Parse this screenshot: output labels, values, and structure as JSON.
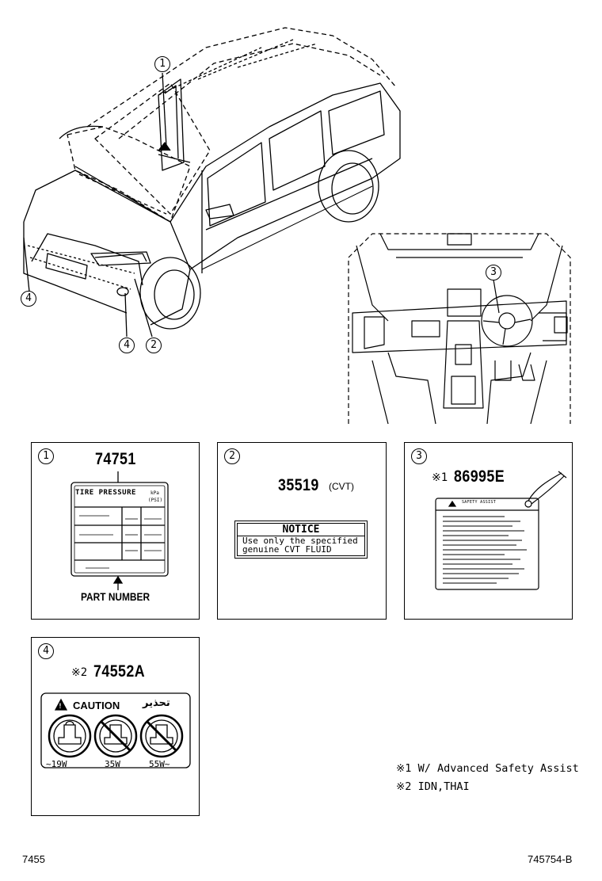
{
  "callouts": [
    "1",
    "2",
    "3",
    "4"
  ],
  "panels": [
    {
      "num": "1",
      "part": "74751",
      "prefix": "",
      "suffix": "",
      "label_title": "TIRE PRESSURE",
      "label_unit1": "kPa",
      "label_unit2": "(PSI)",
      "caption": "PART NUMBER"
    },
    {
      "num": "2",
      "part": "35519",
      "prefix": "",
      "suffix": "(CVT)",
      "label_title": "NOTICE",
      "label_line1": "Use only the specified",
      "label_line2": "genuine CVT FLUID"
    },
    {
      "num": "3",
      "part": "86995E",
      "prefix": "※1",
      "suffix": "",
      "label_title": "SAFETY ASSIST"
    },
    {
      "num": "4",
      "part": "74552A",
      "prefix": "※2",
      "suffix": "",
      "label_title": "CAUTION",
      "label_arabic": "تحذير",
      "watt1": "~19W",
      "watt2": "35W",
      "watt3": "55W~"
    }
  ],
  "notes": [
    {
      "mark": "※1",
      "text": "W/ Advanced Safety Assist"
    },
    {
      "mark": "※2",
      "text": "IDN,THAI"
    }
  ],
  "footer": {
    "left": "7455",
    "right": "745754-B"
  }
}
